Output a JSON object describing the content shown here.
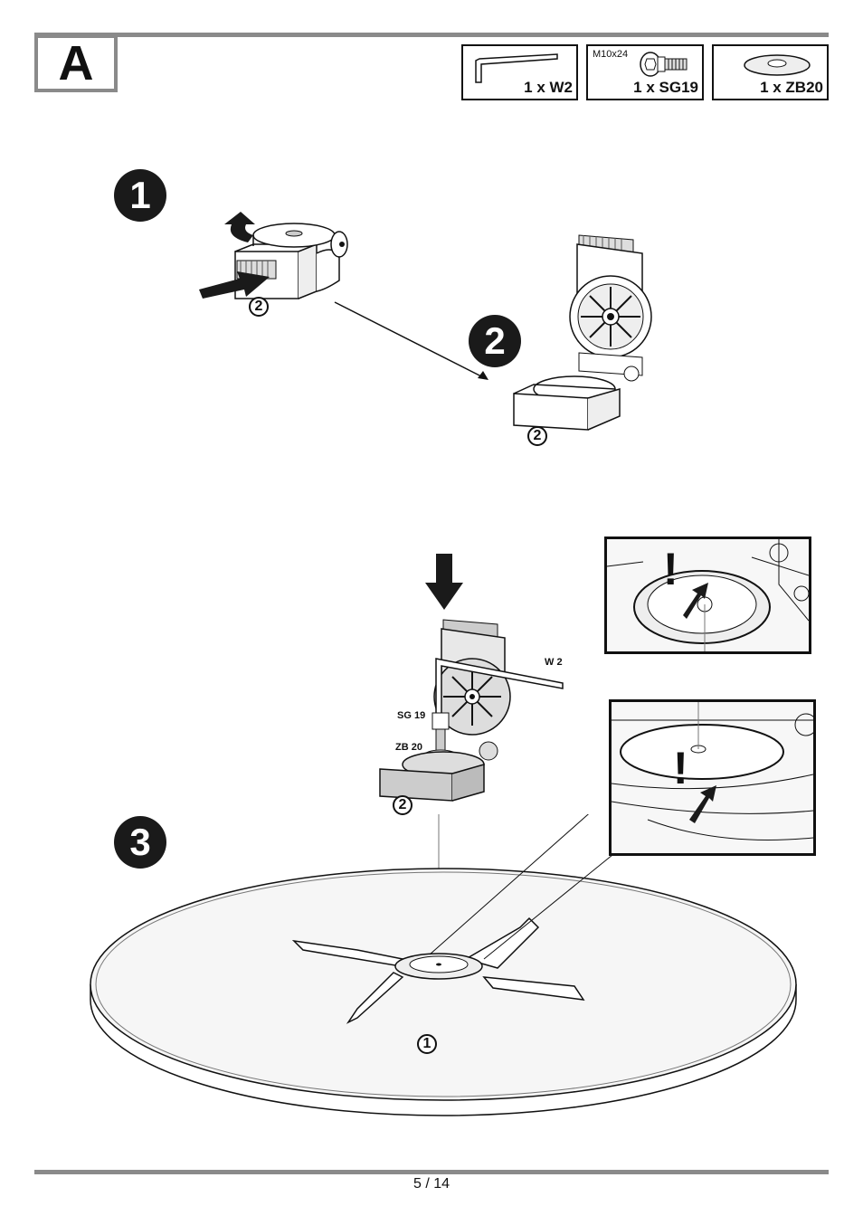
{
  "section": {
    "letter": "A"
  },
  "parts": [
    {
      "qty": "1 x W2",
      "icon": "allen-key-icon"
    },
    {
      "qty": "1 x SG19",
      "spec": "M10x24",
      "icon": "bolt-icon"
    },
    {
      "qty": "1 x ZB20",
      "icon": "washer-icon"
    }
  ],
  "steps": [
    "1",
    "2",
    "3"
  ],
  "callouts": {
    "step1_part": "2",
    "step2_part": "2",
    "step3_part": "2",
    "tabletop_part": "1"
  },
  "labels": {
    "wrench": "W 2",
    "bolt": "SG 19",
    "washer": "ZB 20"
  },
  "warning_marks": [
    "!",
    "!"
  ],
  "footer": {
    "page": "5 / 14"
  }
}
